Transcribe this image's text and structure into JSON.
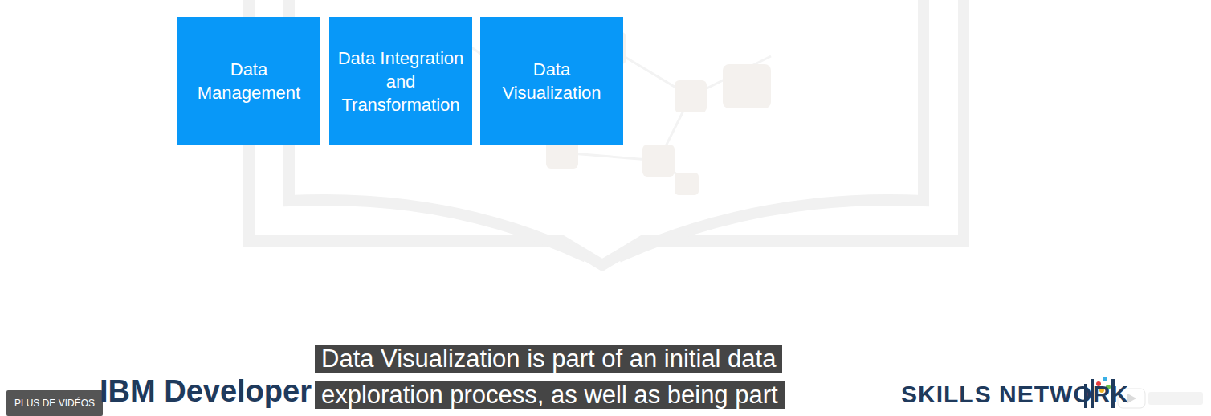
{
  "diagram": {
    "nodes": [
      {
        "text": [
          "Data Management"
        ]
      },
      {
        "text": [
          "Data Integration and Transformation"
        ]
      },
      {
        "text": [
          "Data Visualization"
        ]
      }
    ],
    "labels": [
      "PLUS DE VIDÉOS",
      "IBM Developer",
      "Data Visualization is part of an initial data exploration process, as well as being part",
      "SKILLS NETWORK"
    ]
  }
}
